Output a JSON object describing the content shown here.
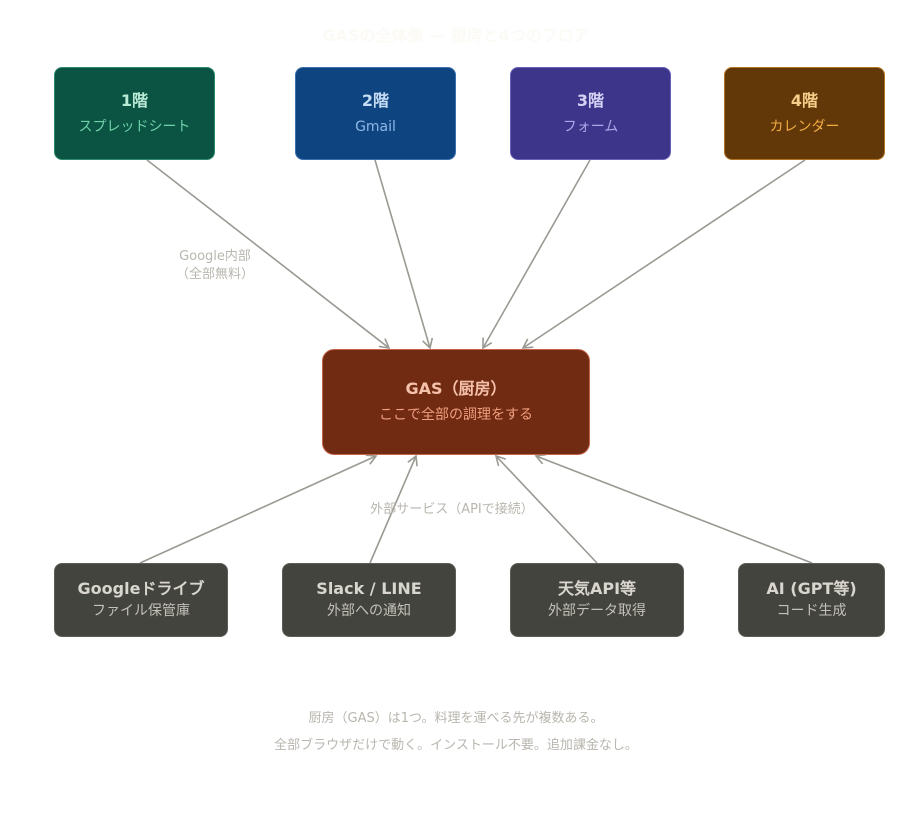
{
  "title": "GASの全体像 — 厨房と4つのフロア",
  "colors": {
    "arrow": "#9a9992",
    "floor1_bg": "#0b5443",
    "floor1_border": "#2d8a6c",
    "floor1_title": "#b9ead6",
    "floor1_sub": "#6fd0a8",
    "floor2_bg": "#0e4580",
    "floor2_border": "#3a70ad",
    "floor2_title": "#c6dcf5",
    "floor2_sub": "#8fb8e6",
    "floor3_bg": "#3c3589",
    "floor3_border": "#6a61b8",
    "floor3_title": "#d5d1f4",
    "floor3_sub": "#aea6ea",
    "floor4_bg": "#633808",
    "floor4_border": "#b37422",
    "floor4_title": "#f7cf8a",
    "floor4_sub": "#f2ac44",
    "gas_bg": "#722b13",
    "ext_bg": "#44443e"
  },
  "floors": [
    {
      "title": "1階",
      "subtitle": "スプレッドシート"
    },
    {
      "title": "2階",
      "subtitle": "Gmail"
    },
    {
      "title": "3階",
      "subtitle": "フォーム"
    },
    {
      "title": "4階",
      "subtitle": "カレンダー"
    }
  ],
  "kitchen": {
    "title": "GAS（厨房）",
    "subtitle": "ここで全部の調理をする"
  },
  "internal_label": {
    "line1": "Google内部",
    "line2": "（全部無料）"
  },
  "external_label": "外部サービス（APIで接続）",
  "external_services": [
    {
      "title": "Googleドライブ",
      "subtitle": "ファイル保管庫"
    },
    {
      "title": "Slack / LINE",
      "subtitle": "外部への通知"
    },
    {
      "title": "天気API等",
      "subtitle": "外部データ取得"
    },
    {
      "title": "AI (GPT等)",
      "subtitle": "コード生成"
    }
  ],
  "footer": {
    "line1": "厨房（GAS）は1つ。料理を運べる先が複数ある。",
    "line2": "全部ブラウザだけで動く。インストール不要。追加課金なし。"
  },
  "connections": [
    {
      "from": "1階",
      "to": "GAS（厨房）"
    },
    {
      "from": "2階",
      "to": "GAS（厨房）"
    },
    {
      "from": "3階",
      "to": "GAS（厨房）"
    },
    {
      "from": "4階",
      "to": "GAS（厨房）"
    },
    {
      "from": "Googleドライブ",
      "to": "GAS（厨房）"
    },
    {
      "from": "Slack / LINE",
      "to": "GAS（厨房）"
    },
    {
      "from": "天気API等",
      "to": "GAS（厨房）"
    },
    {
      "from": "AI (GPT等)",
      "to": "GAS（厨房）"
    }
  ]
}
